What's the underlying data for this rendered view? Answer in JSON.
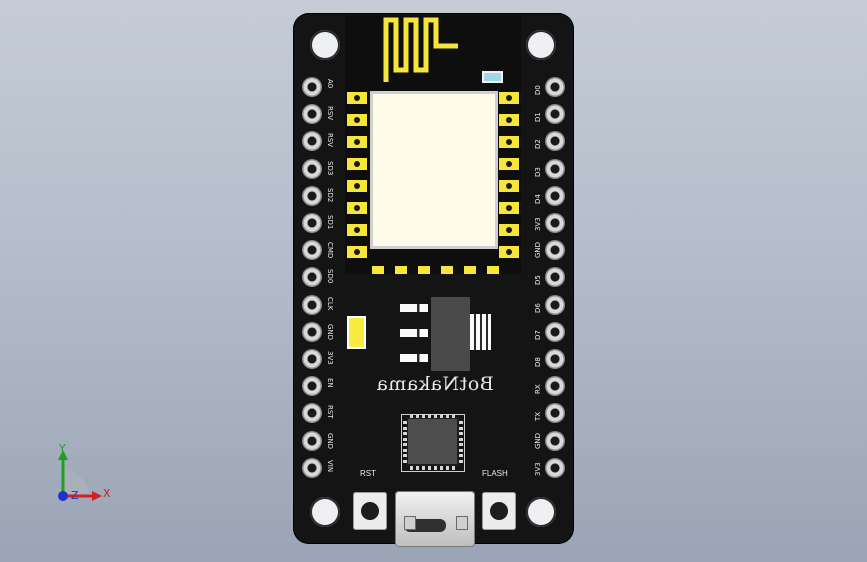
{
  "board": {
    "brand_text": "BotNakama",
    "rst_label": "RST",
    "flash_label": "FLASH",
    "left_pins": [
      "A0",
      "RSV",
      "RSV",
      "SD3",
      "SD2",
      "SD1",
      "CMD",
      "SD0",
      "CLK",
      "GND",
      "3V3",
      "EN",
      "RST",
      "GND",
      "VIN"
    ],
    "right_pins": [
      "D0",
      "D1",
      "D2",
      "D3",
      "D4",
      "3V3",
      "GND",
      "D5",
      "D6",
      "D7",
      "D8",
      "RX",
      "TX",
      "GND",
      "3V3"
    ]
  },
  "triad": {
    "x_label": "X",
    "y_label": "Y",
    "z_label": "Z"
  },
  "colors": {
    "board": "#141414",
    "pad_yellow": "#f7e63a",
    "x_axis": "#d02020",
    "y_axis": "#20a020",
    "z_axis": "#2030d0"
  }
}
